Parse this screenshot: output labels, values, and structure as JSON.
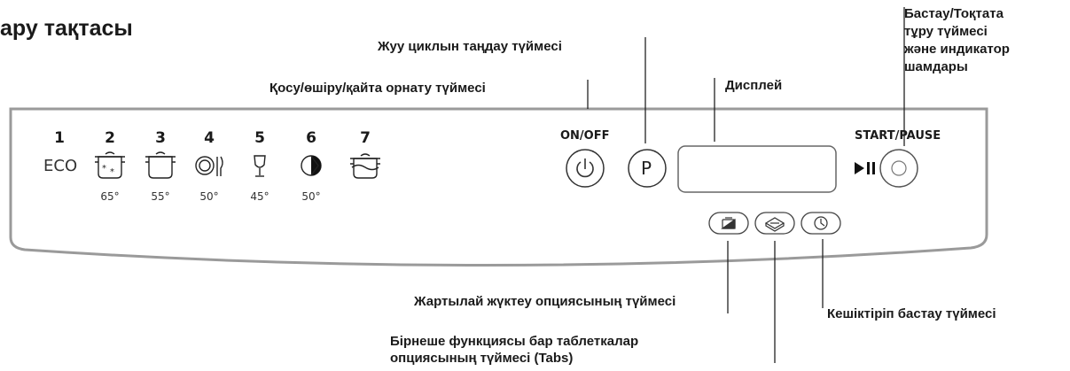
{
  "title": "ару тақтасы",
  "annotations": {
    "program_button": "Жуу циклын таңдау түймесі",
    "onoff_button": "Қосу/өшіру/қайта орнату түймесі",
    "display": "Дисплей",
    "start_pause_line1": "Бастау/Тоқтата",
    "start_pause_line2": "тұру түймесі",
    "start_pause_line3": "және индикатор",
    "start_pause_line4": "шамдары",
    "half_load": "Жартылай жүктеу опциясының түймесі",
    "delay_start": "Кешіктіріп бастау түймесі",
    "tabs_line1": "Бірнеше функциясы бар таблеткалар",
    "tabs_line2": "опциясының түймесі (Tabs)"
  },
  "panel": {
    "onoff_label": "ON/OFF",
    "start_pause_label": "START/PAUSE",
    "program_letter": "P",
    "eco_label": "ECO",
    "programs": [
      {
        "number": "1",
        "icon": "eco-icon"
      },
      {
        "number": "2",
        "icon": "pot-intensive-icon",
        "temp": "65°"
      },
      {
        "number": "3",
        "icon": "pot-normal-icon",
        "temp": "55°"
      },
      {
        "number": "4",
        "icon": "plate-cutlery-icon",
        "temp": "50°"
      },
      {
        "number": "5",
        "icon": "wine-glass-icon",
        "temp": "45°"
      },
      {
        "number": "6",
        "icon": "half-moon-quick-icon",
        "temp": "50°"
      },
      {
        "number": "7",
        "icon": "pot-rinse-icon"
      }
    ]
  }
}
